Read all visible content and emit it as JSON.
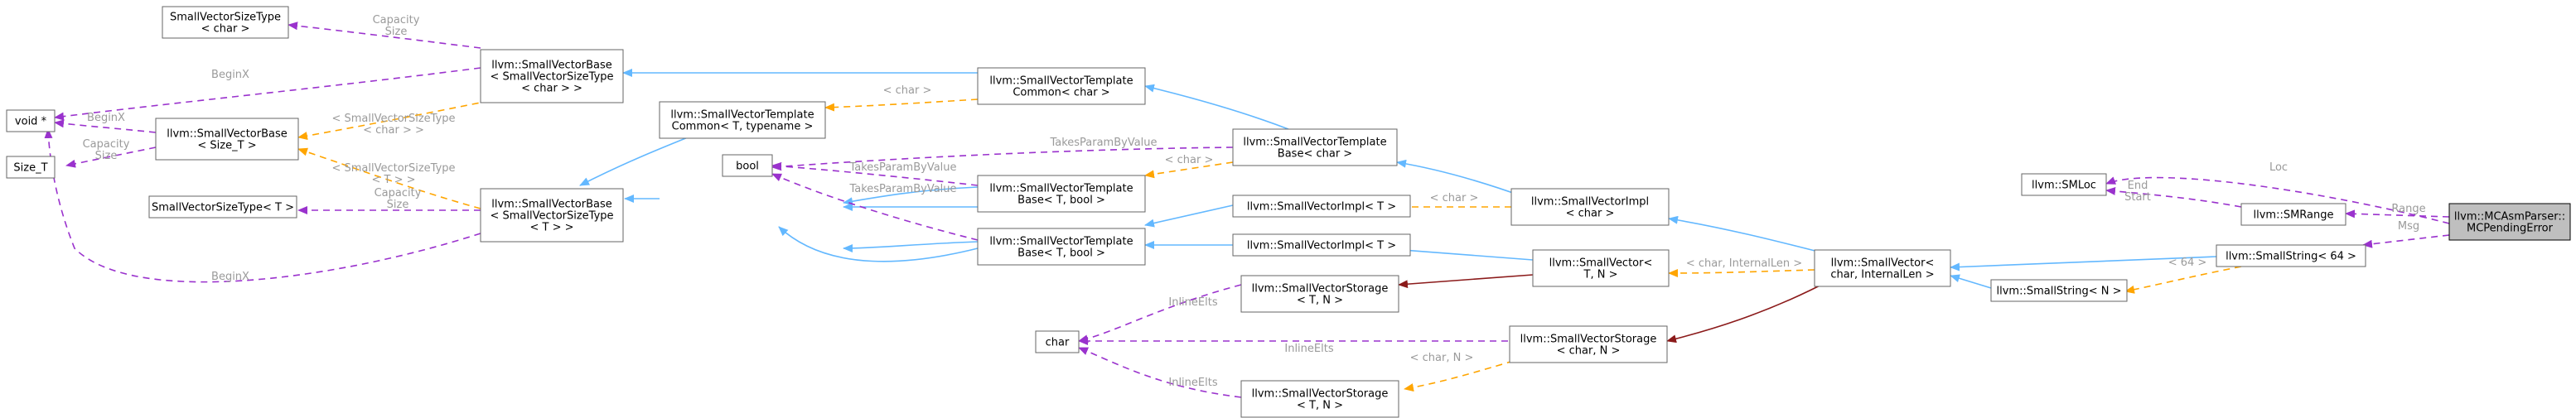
{
  "colors": {
    "inheritance": "#63b8ff",
    "member_usage": "#9a32cd",
    "template_instance": "#ffa500",
    "template_arg": "#8b1a1a",
    "highlight_fill": "#bfbfbf",
    "edge_label": "#9a9a9a"
  },
  "nodes": {
    "n1": [
      "SmallVectorSizeType",
      "< char >"
    ],
    "n2": [
      "void *"
    ],
    "n3": [
      "Size_T"
    ],
    "n4": [
      "llvm::SmallVectorBase",
      "< Size_T >"
    ],
    "n5": [
      "SmallVectorSizeType< T >"
    ],
    "n6": [
      "llvm::SmallVectorBase",
      "< SmallVectorSizeType",
      "< char > >"
    ],
    "n7": [
      "llvm::SmallVectorBase",
      "< SmallVectorSizeType",
      "< T > >"
    ],
    "n8": [
      "llvm::SmallVectorTemplate",
      "Common< char >"
    ],
    "n9": [
      "llvm::SmallVectorTemplate",
      "Common< T, typename >"
    ],
    "n10": [
      "bool"
    ],
    "n11": [
      "llvm::SmallVectorTemplate",
      "Base< T, bool >"
    ],
    "n12": [
      "llvm::SmallVectorTemplate",
      "Base< T, bool >"
    ],
    "n13": [
      "llvm::SmallVectorTemplate",
      "Base< char >"
    ],
    "n14": [
      "llvm::SmallVectorImpl< T >"
    ],
    "n15": [
      "llvm::SmallVectorImpl< T >"
    ],
    "n16": [
      "llvm::SmallVectorImpl",
      "< char >"
    ],
    "n17": [
      "llvm::SmallVectorStorage",
      "< T, N >"
    ],
    "n18": [
      "char"
    ],
    "n19": [
      "llvm::SmallVectorStorage",
      "< T, N >"
    ],
    "n20": [
      "llvm::SmallVector<",
      "T, N >"
    ],
    "n21": [
      "llvm::SmallVectorStorage",
      "< char, N >"
    ],
    "n22": [
      "llvm::SmallVector<",
      "char, InternalLen >"
    ],
    "n23": [
      "llvm::SmallString< N >"
    ],
    "n24": [
      "llvm::SmallString< 64 >"
    ],
    "n25": [
      "llvm::SMLoc"
    ],
    "n26": [
      "llvm::SMRange"
    ],
    "n27": [
      "llvm::MCAsmParser::",
      "MCPendingError"
    ]
  },
  "edge_labels": {
    "capacity_size": [
      "Capacity",
      "Size"
    ],
    "beginx": [
      "BeginX"
    ],
    "sizetype_char": [
      "< SmallVectorSizeType",
      "< char > >"
    ],
    "sizetype_t": [
      "< SmallVectorSizeType",
      "< T > >"
    ],
    "char_arg": [
      "< char >"
    ],
    "takes_param": [
      "TakesParamByValue"
    ],
    "char_internallen": [
      "< char, InternalLen >"
    ],
    "inline_elts": [
      "InlineElts"
    ],
    "char_n": [
      "< char, N >"
    ],
    "sixty_four": [
      "< 64 >"
    ],
    "loc": [
      "Loc"
    ],
    "range": [
      "Range"
    ],
    "msg": [
      "Msg"
    ],
    "end_start": [
      "End",
      "Start"
    ]
  }
}
